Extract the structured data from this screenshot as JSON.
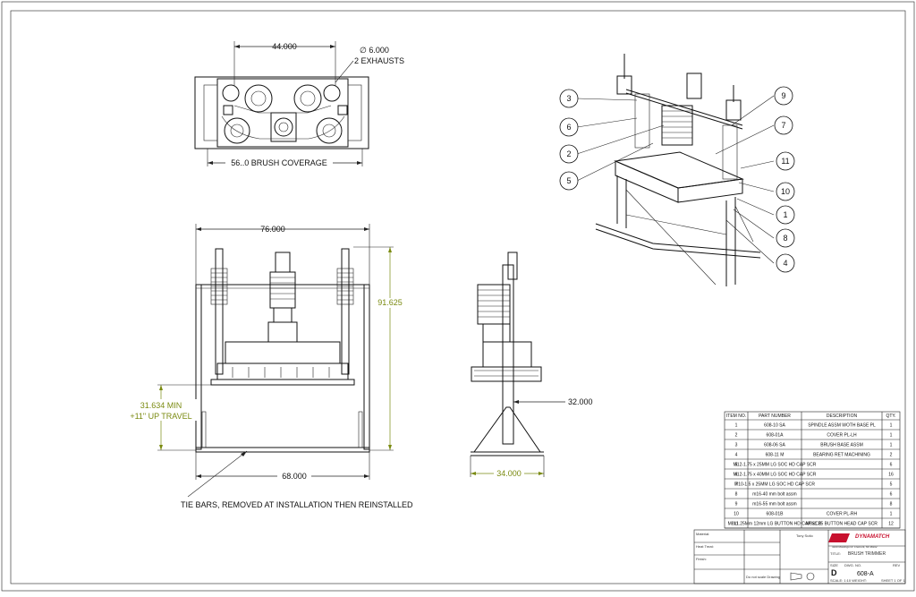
{
  "drawing": {
    "dims": {
      "top_width": "44.000",
      "exhaust_dia": "∅ 6.000",
      "exhausts": "2 EXHAUSTS",
      "brush_coverage": "56..0 BRUSH COVERAGE",
      "front_width": "76.000",
      "height": "91.625",
      "min_height": "31.634 MIN",
      "up_travel": "+11\" UP TRAVEL",
      "base_width": "68.000",
      "side_depth": "32.000",
      "side_base": "34.000"
    },
    "note": "TIE BARS, REMOVED AT INSTALLATION THEN REINSTALLED",
    "balloons": [
      "3",
      "6",
      "2",
      "5",
      "9",
      "7",
      "11",
      "10",
      "1",
      "8",
      "4"
    ]
  },
  "bom": {
    "headers": [
      "ITEM NO.",
      "PART NUMBER",
      "DESCRIPTION",
      "QTY."
    ],
    "rows": [
      {
        "item": "1",
        "part": "608-10 SA",
        "desc": "SPINDLE ASSM WOTH BASE PL",
        "qty": "1"
      },
      {
        "item": "2",
        "part": "608-01A",
        "desc": "COVER PL-LH",
        "qty": "1"
      },
      {
        "item": "3",
        "part": "608-06 SA",
        "desc": "BRUSH BASE ASSM",
        "qty": "1"
      },
      {
        "item": "4",
        "part": "608-11 M",
        "desc": "BEARING RET MACHINING",
        "qty": "2"
      },
      {
        "item": "5",
        "part": "M12-1.75 x 25MM LG SOC HD CAP SCR",
        "desc": "",
        "qty": "6"
      },
      {
        "item": "6",
        "part": "M12-1.75 x 40MM LG SOC HD CAP SCR",
        "desc": "",
        "qty": "16"
      },
      {
        "item": "7",
        "part": "M10-1.5 x 25MM LG SOC HD CAP SCR",
        "desc": "",
        "qty": "5"
      },
      {
        "item": "8",
        "part": "m16-40 mm bolt assm",
        "desc": "",
        "qty": "6"
      },
      {
        "item": "9",
        "part": "m16-55 mm bolt assm",
        "desc": "",
        "qty": "8"
      },
      {
        "item": "10",
        "part": "608-01B",
        "desc": "COVER PL-RH",
        "qty": "1"
      },
      {
        "item": "11",
        "part": "M8x1.25Mm 12mm LG BUTTON HD CAP SCR",
        "desc": "M8x1.25 BUTTON HEAD CAP SCR",
        "qty": "12"
      }
    ]
  },
  "title_block": {
    "material": "Material:",
    "heat_treat": "Heat Treat:",
    "finish": "Finish:",
    "scale_note": "Do not scale Drawing",
    "drawn_by": "Tony Sutlo",
    "company": "DYNAMATCH",
    "address": "4100 Moulingo Dr. Fremont, MI 48102",
    "title_label": "TITLE:",
    "title": "BRUSH TRIMMER",
    "size_label": "SIZE",
    "size": "D",
    "dwg_label": "DWG. NO.",
    "dwg_no": "608-A",
    "rev_label": "REV",
    "scale": "SCALE: 1:10 WEIGHT:",
    "sheet": "SHEET 1 OF 1"
  }
}
